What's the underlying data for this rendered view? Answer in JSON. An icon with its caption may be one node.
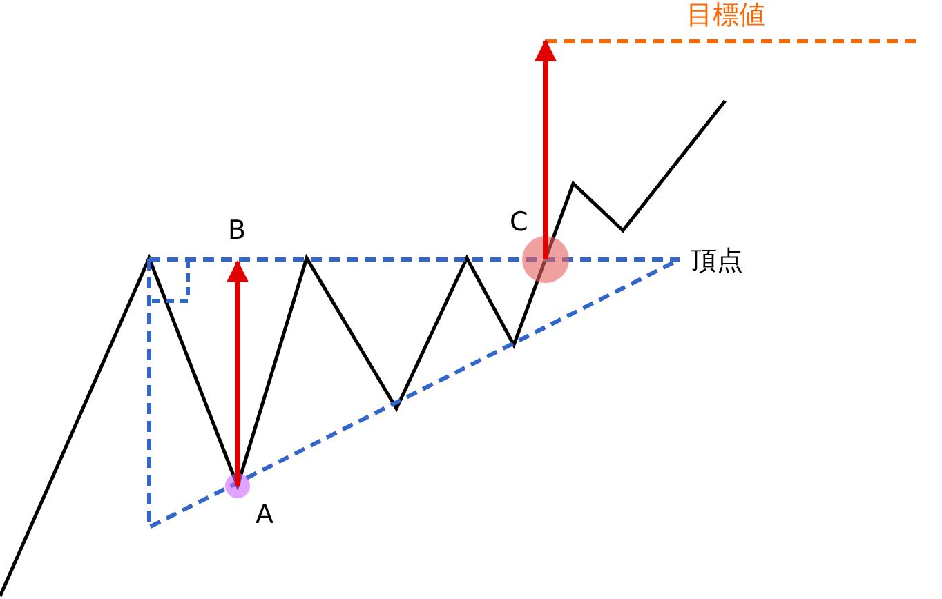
{
  "diagram": {
    "labels": [
      "目標値",
      "B",
      "C",
      "頂点",
      "A"
    ]
  }
}
